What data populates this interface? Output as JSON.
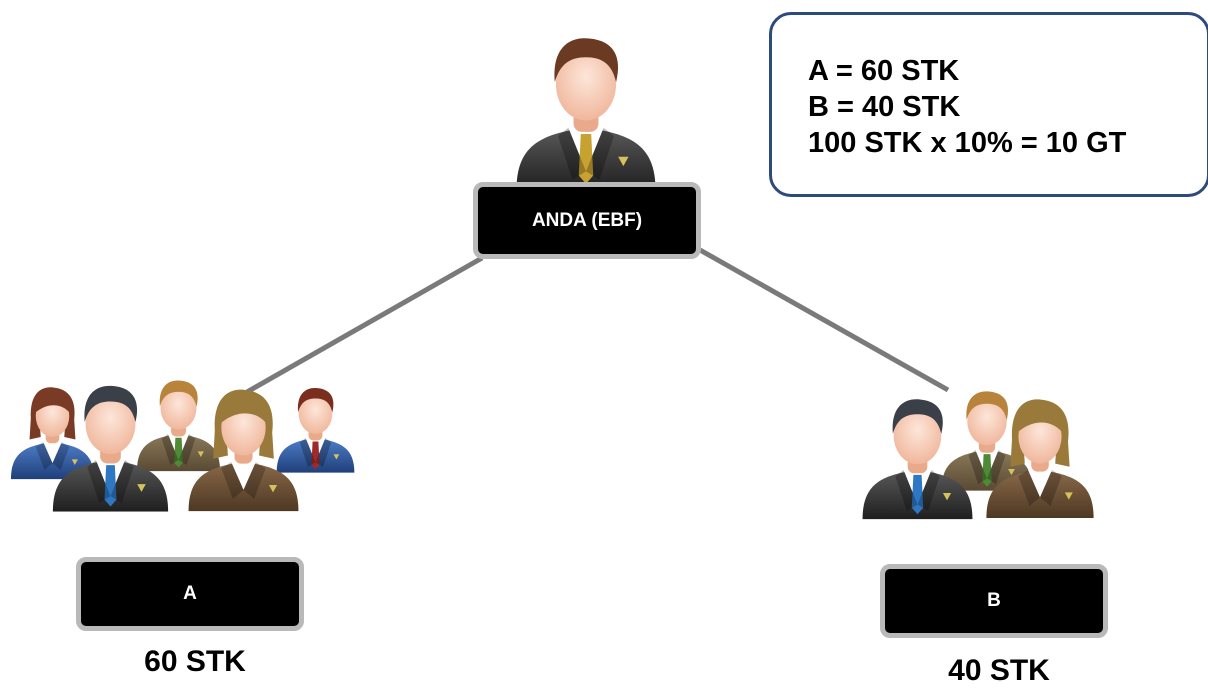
{
  "top_node": {
    "label": "ANDA (EBF)"
  },
  "group_a": {
    "label": "A",
    "count": "60 STK"
  },
  "group_b": {
    "label": "B",
    "count": "40 STK"
  },
  "info_box": {
    "lines": [
      "A = 60 STK",
      "B = 40 STK",
      "100 STK x 10% = 10 GT"
    ]
  },
  "colors": {
    "box_fill": "#000000",
    "box_border": "#b9b9b9",
    "connector": "#7a7a7a",
    "info_border": "#2e4a7d"
  },
  "icons": {
    "top_node": "businessman-icon",
    "group_a": "team-of-five-icon",
    "group_b": "team-of-three-icon"
  }
}
